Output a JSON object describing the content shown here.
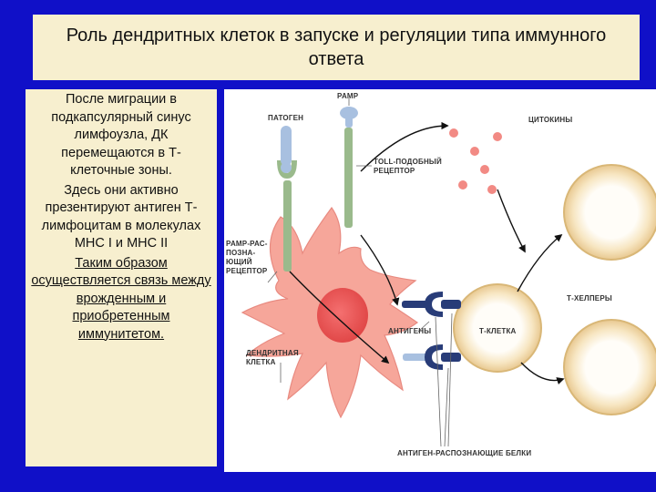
{
  "slide": {
    "title": "Роль дендритных клеток в запуске и регуляции типа иммунного ответа",
    "paragraphs": [
      "После миграции в подкапсулярный синус лимфоузла, ДК перемещаются в Т-клеточные зоны.",
      "Здесь они активно презентируют антиген Т-лимфоцитам в молекулах МНС I и МНС II",
      "Таким образом осуществляется связь между врожденным и приобретенным иммунитетом."
    ]
  },
  "diagram": {
    "labels": {
      "pamp": "PAMP",
      "pathogen": "ПАТОГЕН",
      "cytokines": "ЦИТОКИНЫ",
      "toll_1": "TOLL-ПОДОБНЫЙ",
      "toll_2": "РЕЦЕПТОР",
      "prr_1": "PAMP-РАС-",
      "prr_2": "ПОЗНА-",
      "prr_3": "ЮЩИЙ",
      "prr_4": "РЕЦЕПТОР",
      "antigens": "АНТИГЕНЫ",
      "tcell": "Т-КЛЕТКА",
      "thelpers": "Т-ХЕЛПЕРЫ",
      "dc_1": "ДЕНДРИТНАЯ",
      "dc_2": "КЛЕТКА",
      "recog": "АНТИГЕН-РАСПОЗНАЮЩИЕ БЕЛКИ"
    },
    "colors": {
      "dendritic_cell": "#f6a69a",
      "nucleus": "#ee5a5a",
      "receptor_green": "#9aba8c",
      "receptor_blue": "#a8c0e0",
      "mhc_dark": "#283c78",
      "t_cell_ring": "#f2dcae",
      "cytokine": "#f28a84"
    }
  }
}
